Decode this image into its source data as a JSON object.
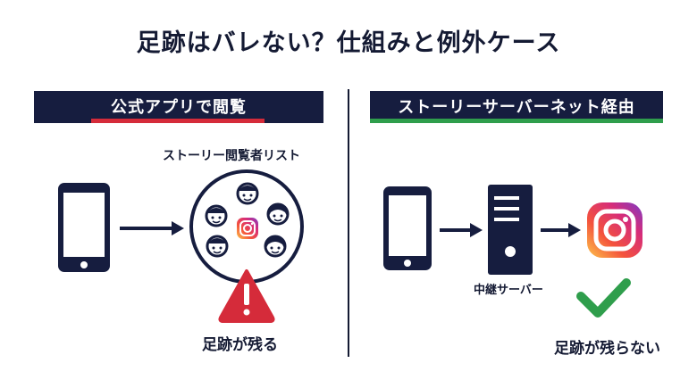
{
  "title": "足跡はバレない？仕組みと例外ケース",
  "left": {
    "banner": "公式アプリで閲覧",
    "list_label": "ストーリー閲覧者リスト",
    "result": "足跡が残る"
  },
  "right": {
    "banner": "ストーリーサーバーネット経由",
    "server_label": "中継サーバー",
    "result": "足跡が残らない"
  },
  "colors": {
    "navy": "#161d3f",
    "red": "#d52b3a",
    "green": "#2f9e4c"
  },
  "icons": [
    "smartphone-icon",
    "arrow-right-icon",
    "face-icon",
    "instagram-icon",
    "warning-icon",
    "server-icon",
    "checkmark-icon"
  ]
}
